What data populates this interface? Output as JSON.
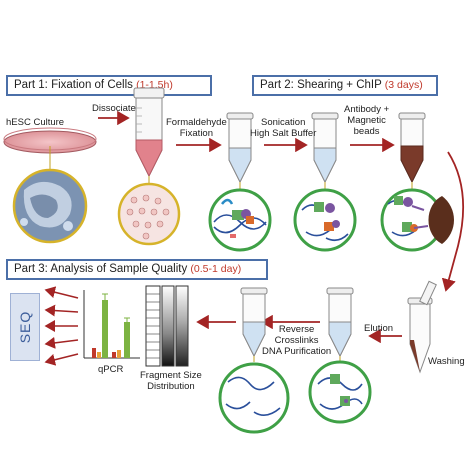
{
  "part1": {
    "title": "Part 1: Fixation of Cells",
    "duration": "(1-1.5h)"
  },
  "part2": {
    "title": "Part 2: Shearing + ChIP",
    "duration": "(3 days)"
  },
  "part3": {
    "title": "Part 3: Analysis of Sample Quality",
    "duration": "(0.5-1 day)"
  },
  "labels": {
    "hesc": "hESC Culture",
    "dissociate": "Dissociate",
    "fix1": "Formaldehyde",
    "fix2": "Fixation",
    "son1": "Sonication",
    "son2": "High Salt Buffer",
    "ab1": "Antibody +",
    "ab2": "Magnetic",
    "ab3": "beads",
    "washing": "Washing",
    "elution": "Elution",
    "rev1": "Reverse",
    "rev2": "Crosslinks",
    "rev3": "DNA Purification",
    "frag1": "Fragment Size",
    "frag2": "Distribution",
    "qpcr": "qPCR",
    "seq": "SEQ"
  },
  "colors": {
    "arrow": "#a32424",
    "box_border": "#4b6fa8",
    "accent_red": "#c0392b",
    "seq_bg": "#dbe3f1"
  }
}
